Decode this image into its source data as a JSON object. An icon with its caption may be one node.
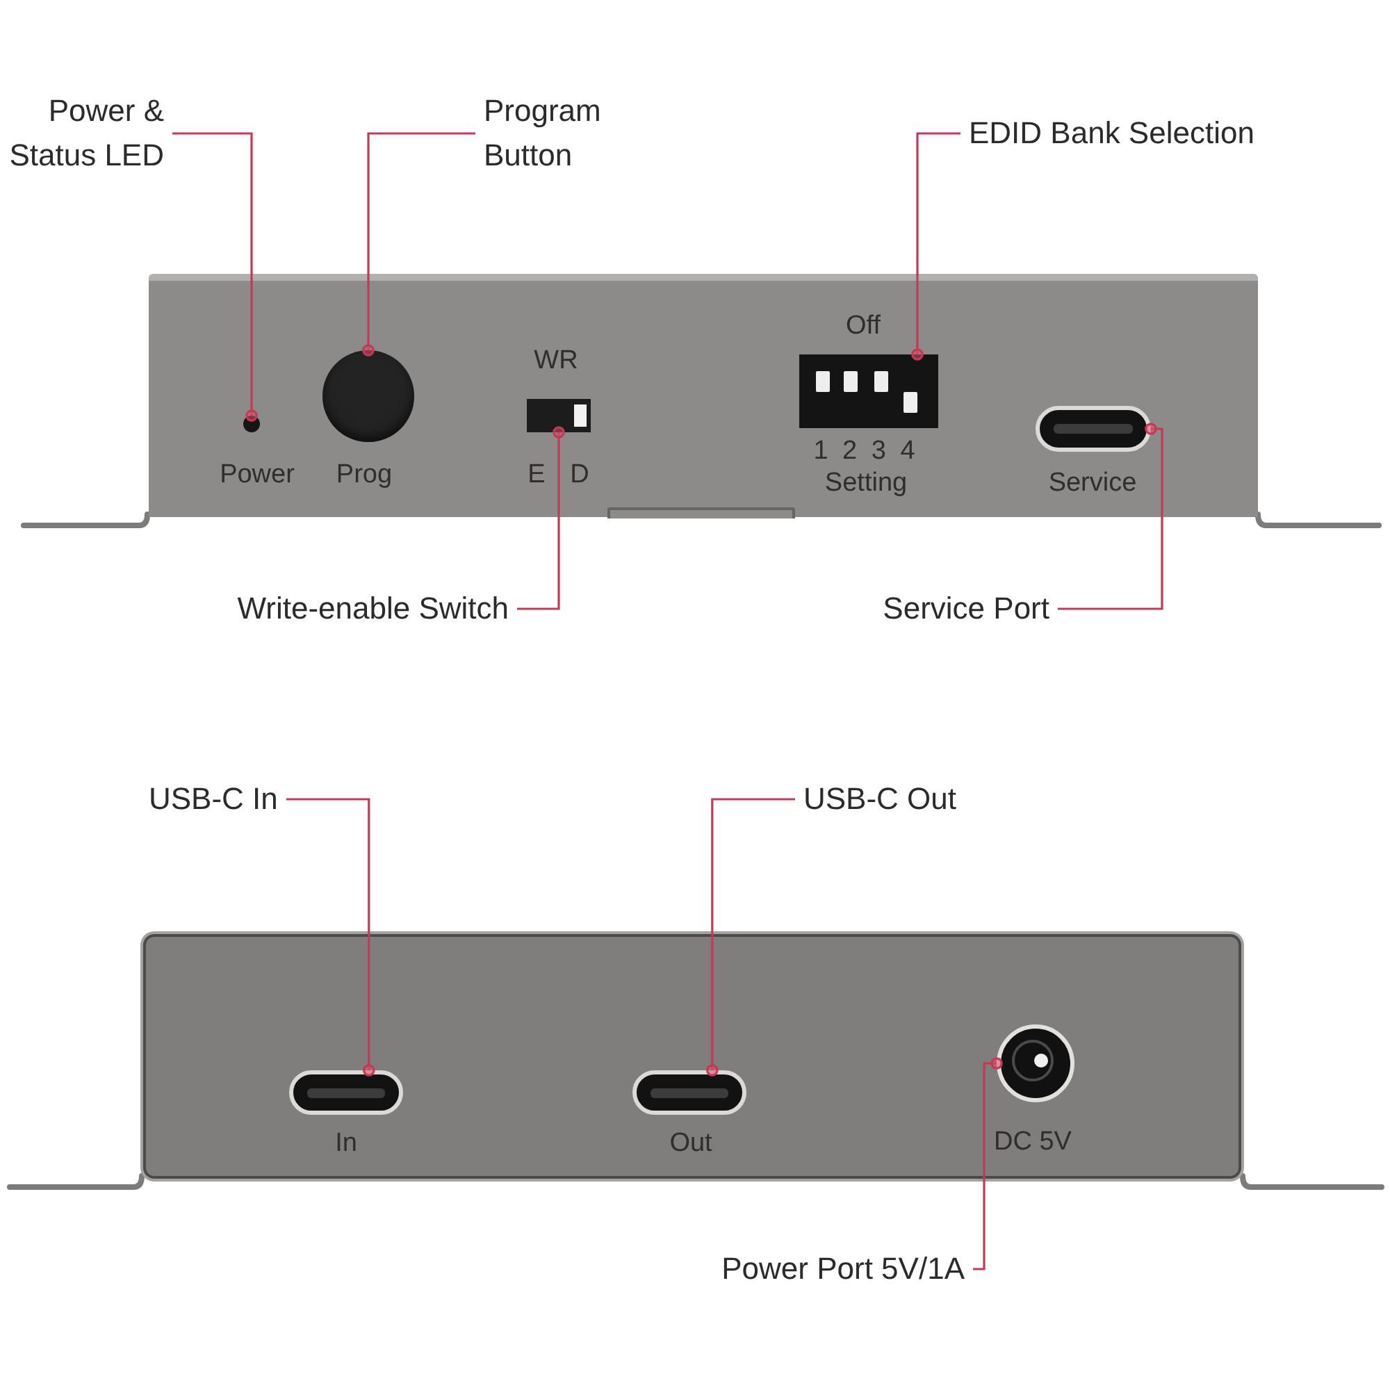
{
  "diagram": {
    "nodes": [
      {
        "text": [
          "Power & Status LED"
        ]
      },
      {
        "text": [
          "Program Button"
        ]
      },
      {
        "text": [
          "EDID Bank Selection"
        ]
      },
      {
        "text": [
          "Power",
          "Prog",
          "WR",
          "E",
          "D",
          "Off",
          "1 2 3 4",
          "Setting",
          "Service"
        ]
      },
      {
        "text": [],
        "shape": "circle",
        "in": 3
      },
      {
        "text": [],
        "shape": "circle",
        "in": 3
      },
      {
        "text": [],
        "shape": "box",
        "in": 3
      },
      {
        "text": [],
        "shape": "box",
        "in": 3
      },
      {
        "text": [],
        "shape": "box",
        "in": 3
      },
      {
        "text": [
          "Write-enable Switch"
        ]
      },
      {
        "text": [
          "Service Port"
        ]
      },
      {
        "text": [
          "USB-C In"
        ]
      },
      {
        "text": [
          "USB-C Out"
        ]
      },
      {
        "text": [
          "In",
          "Out",
          "DC 5V"
        ]
      },
      {
        "text": [],
        "shape": "box",
        "in": 13
      },
      {
        "text": [],
        "shape": "box",
        "in": 13
      },
      {
        "text": [],
        "shape": "circle",
        "in": 13
      },
      {
        "text": [
          "Power Port 5V/1A"
        ]
      }
    ],
    "edges": [
      {
        "from": 0,
        "to": 4,
        "arrow": "other"
      },
      {
        "from": 1,
        "to": 5,
        "arrow": "other"
      },
      {
        "from": 2,
        "to": 7,
        "arrow": "other"
      },
      {
        "from": 9,
        "to": 6,
        "arrow": "other"
      },
      {
        "from": 10,
        "to": 8,
        "arrow": "other"
      },
      {
        "from": 11,
        "to": 14,
        "arrow": "other"
      },
      {
        "from": 12,
        "to": 15,
        "arrow": "other"
      },
      {
        "from": 17,
        "to": 16,
        "arrow": "other"
      }
    ]
  }
}
